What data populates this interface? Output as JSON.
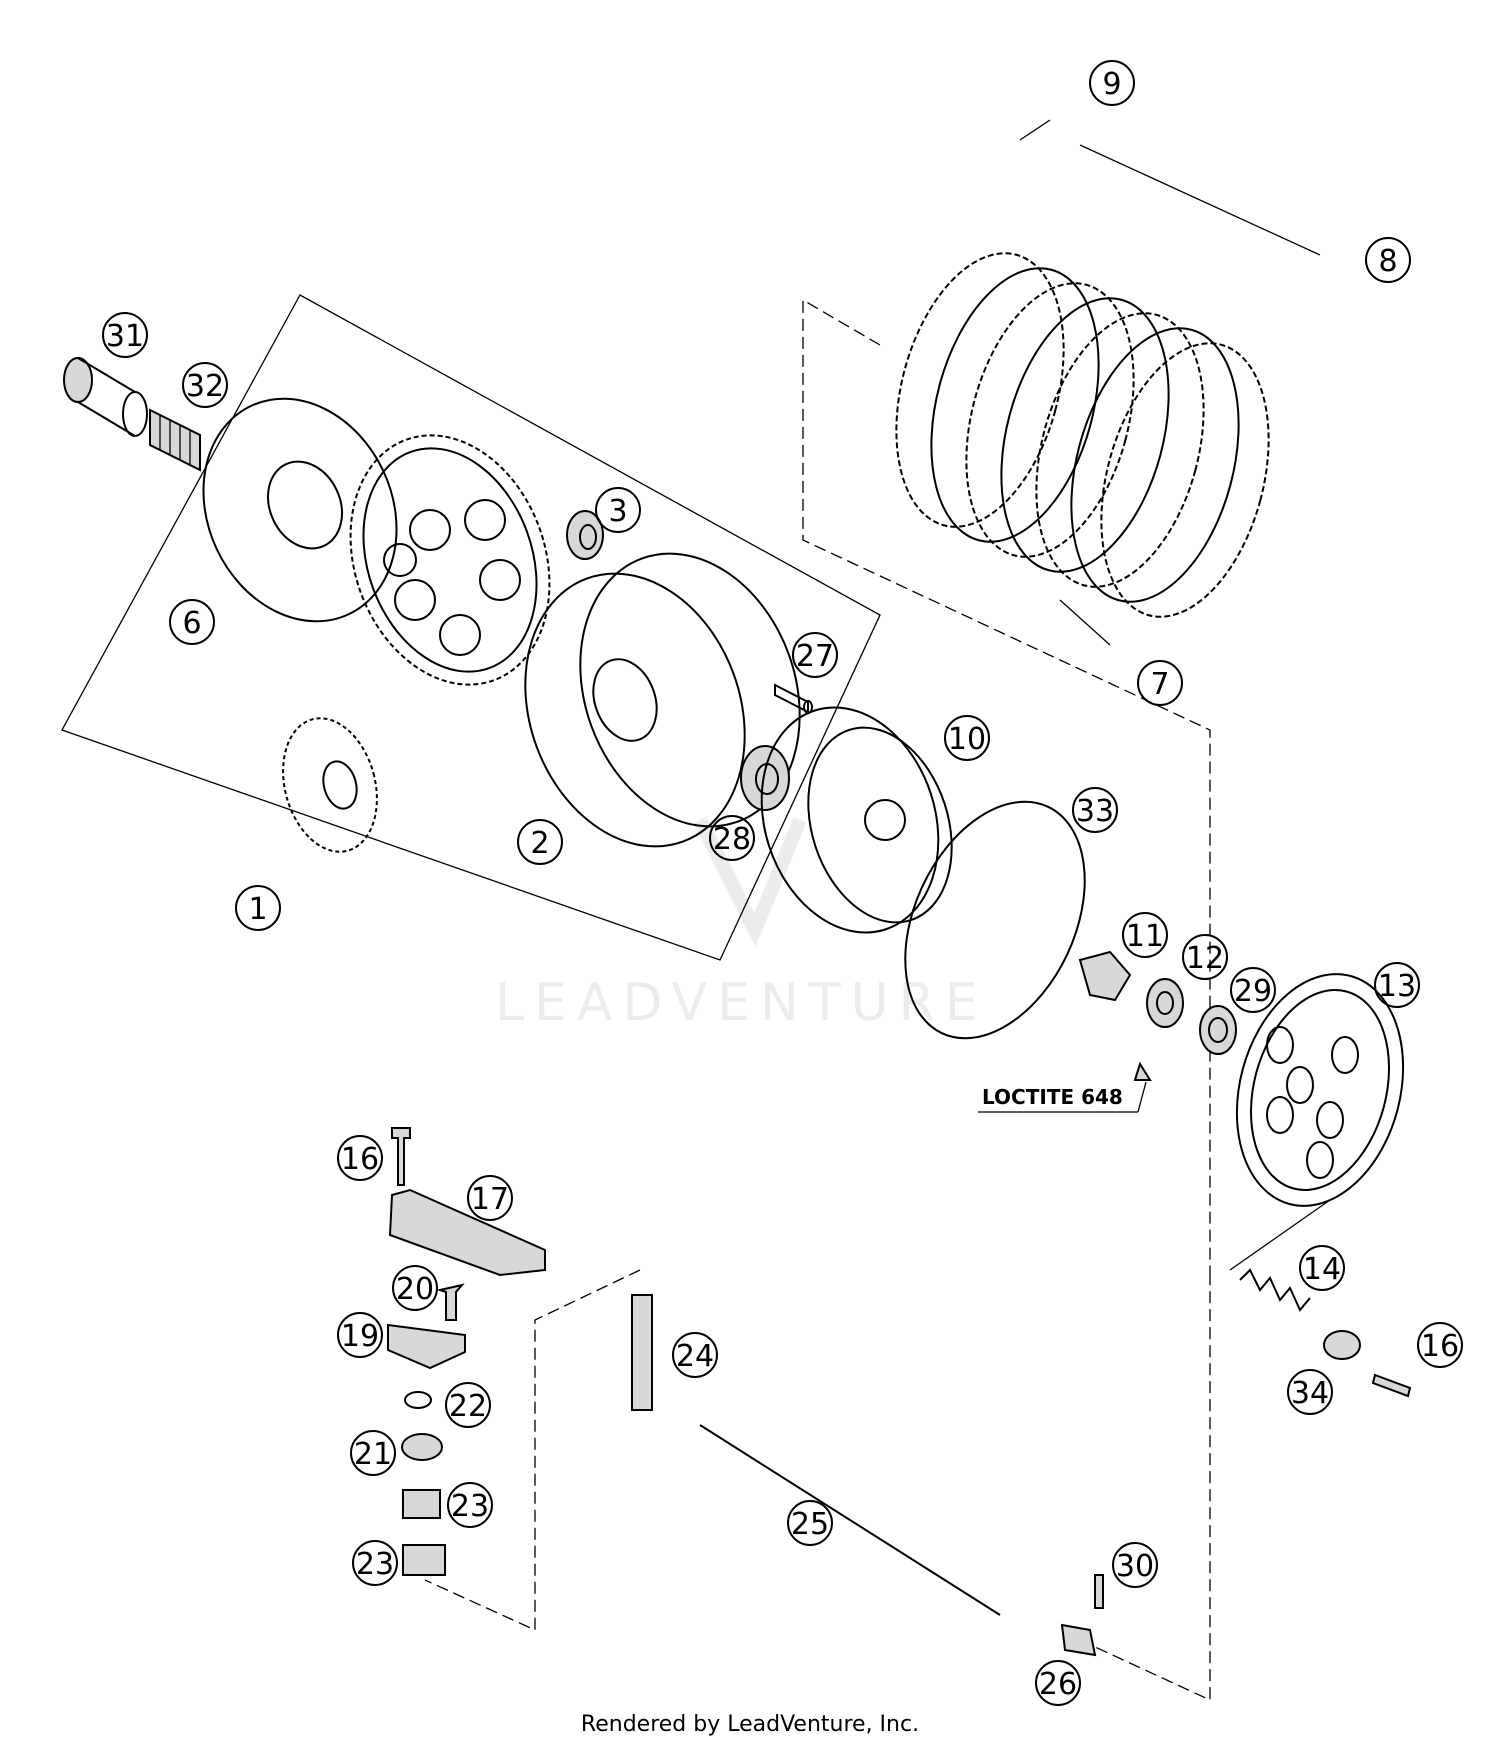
{
  "callouts": [
    "1",
    "2",
    "3",
    "6",
    "7",
    "8",
    "9",
    "10",
    "11",
    "12",
    "13",
    "14",
    "16",
    "16",
    "17",
    "19",
    "20",
    "21",
    "22",
    "23",
    "23",
    "24",
    "25",
    "26",
    "27",
    "28",
    "29",
    "30",
    "31",
    "32",
    "33",
    "34"
  ],
  "loctite_label": "LOCTITE 648",
  "watermark": "LEADVENTURE",
  "footer_text": "Rendered by LeadVenture, Inc."
}
